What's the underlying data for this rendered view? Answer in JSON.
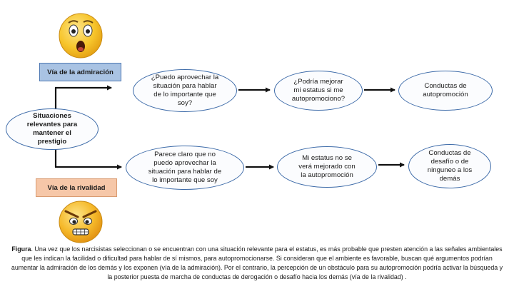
{
  "labels": {
    "admiration": "Vía de la admiración",
    "rivalry": "Vía de la  rivalidad"
  },
  "nodes": {
    "start": [
      "Situaciones",
      "relevantes para",
      "mantener el",
      "prestigio"
    ],
    "adm_1": [
      "¿Puedo aprovechar la",
      "situación para hablar",
      "de lo importante que",
      "soy?"
    ],
    "adm_2": [
      "¿Podría mejorar",
      "mi estatus si me",
      "autopromociono?"
    ],
    "adm_3": [
      "Conductas de",
      "autopromoción"
    ],
    "riv_1": [
      "Parece claro que no",
      "puedo aprovechar la",
      "situación para hablar de",
      "lo importante que soy"
    ],
    "riv_2": [
      "Mi estatus no se",
      "verá mejorado con",
      "la autopromoción"
    ],
    "riv_3": [
      "Conductas de",
      "desafío o de",
      "ninguneo a los",
      "demás"
    ]
  },
  "caption": {
    "lead": "Figura",
    "text": ". Una vez que los narcisistas seleccionan o se encuentran con una situación relevante para el estatus, es más probable que presten atención a las señales ambientales que les indican la facilidad o dificultad para hablar de sí mismos, para autopromocionarse. Si consideran que el ambiente  es favorable,  buscan qué argumentos podrían aumentar la admiración de los demás  y los exponen (vía de la admiración). Por el contrario, la percepción de un obstáculo para su autopromoción podría activar la búsqueda y la posterior puesta de marcha de conductas de derogación o desafío hacia los demás (vía de la rivalidad) ."
  },
  "icons": {
    "top": "surprised-emoji-icon",
    "bottom": "angry-emoji-icon"
  },
  "colors": {
    "ellipse_border": "#3c6aa8",
    "admiration_fill": "#a9c3e3",
    "rivalry_fill": "#f6c7a8",
    "emoji_yellow": "#f7c52b"
  }
}
